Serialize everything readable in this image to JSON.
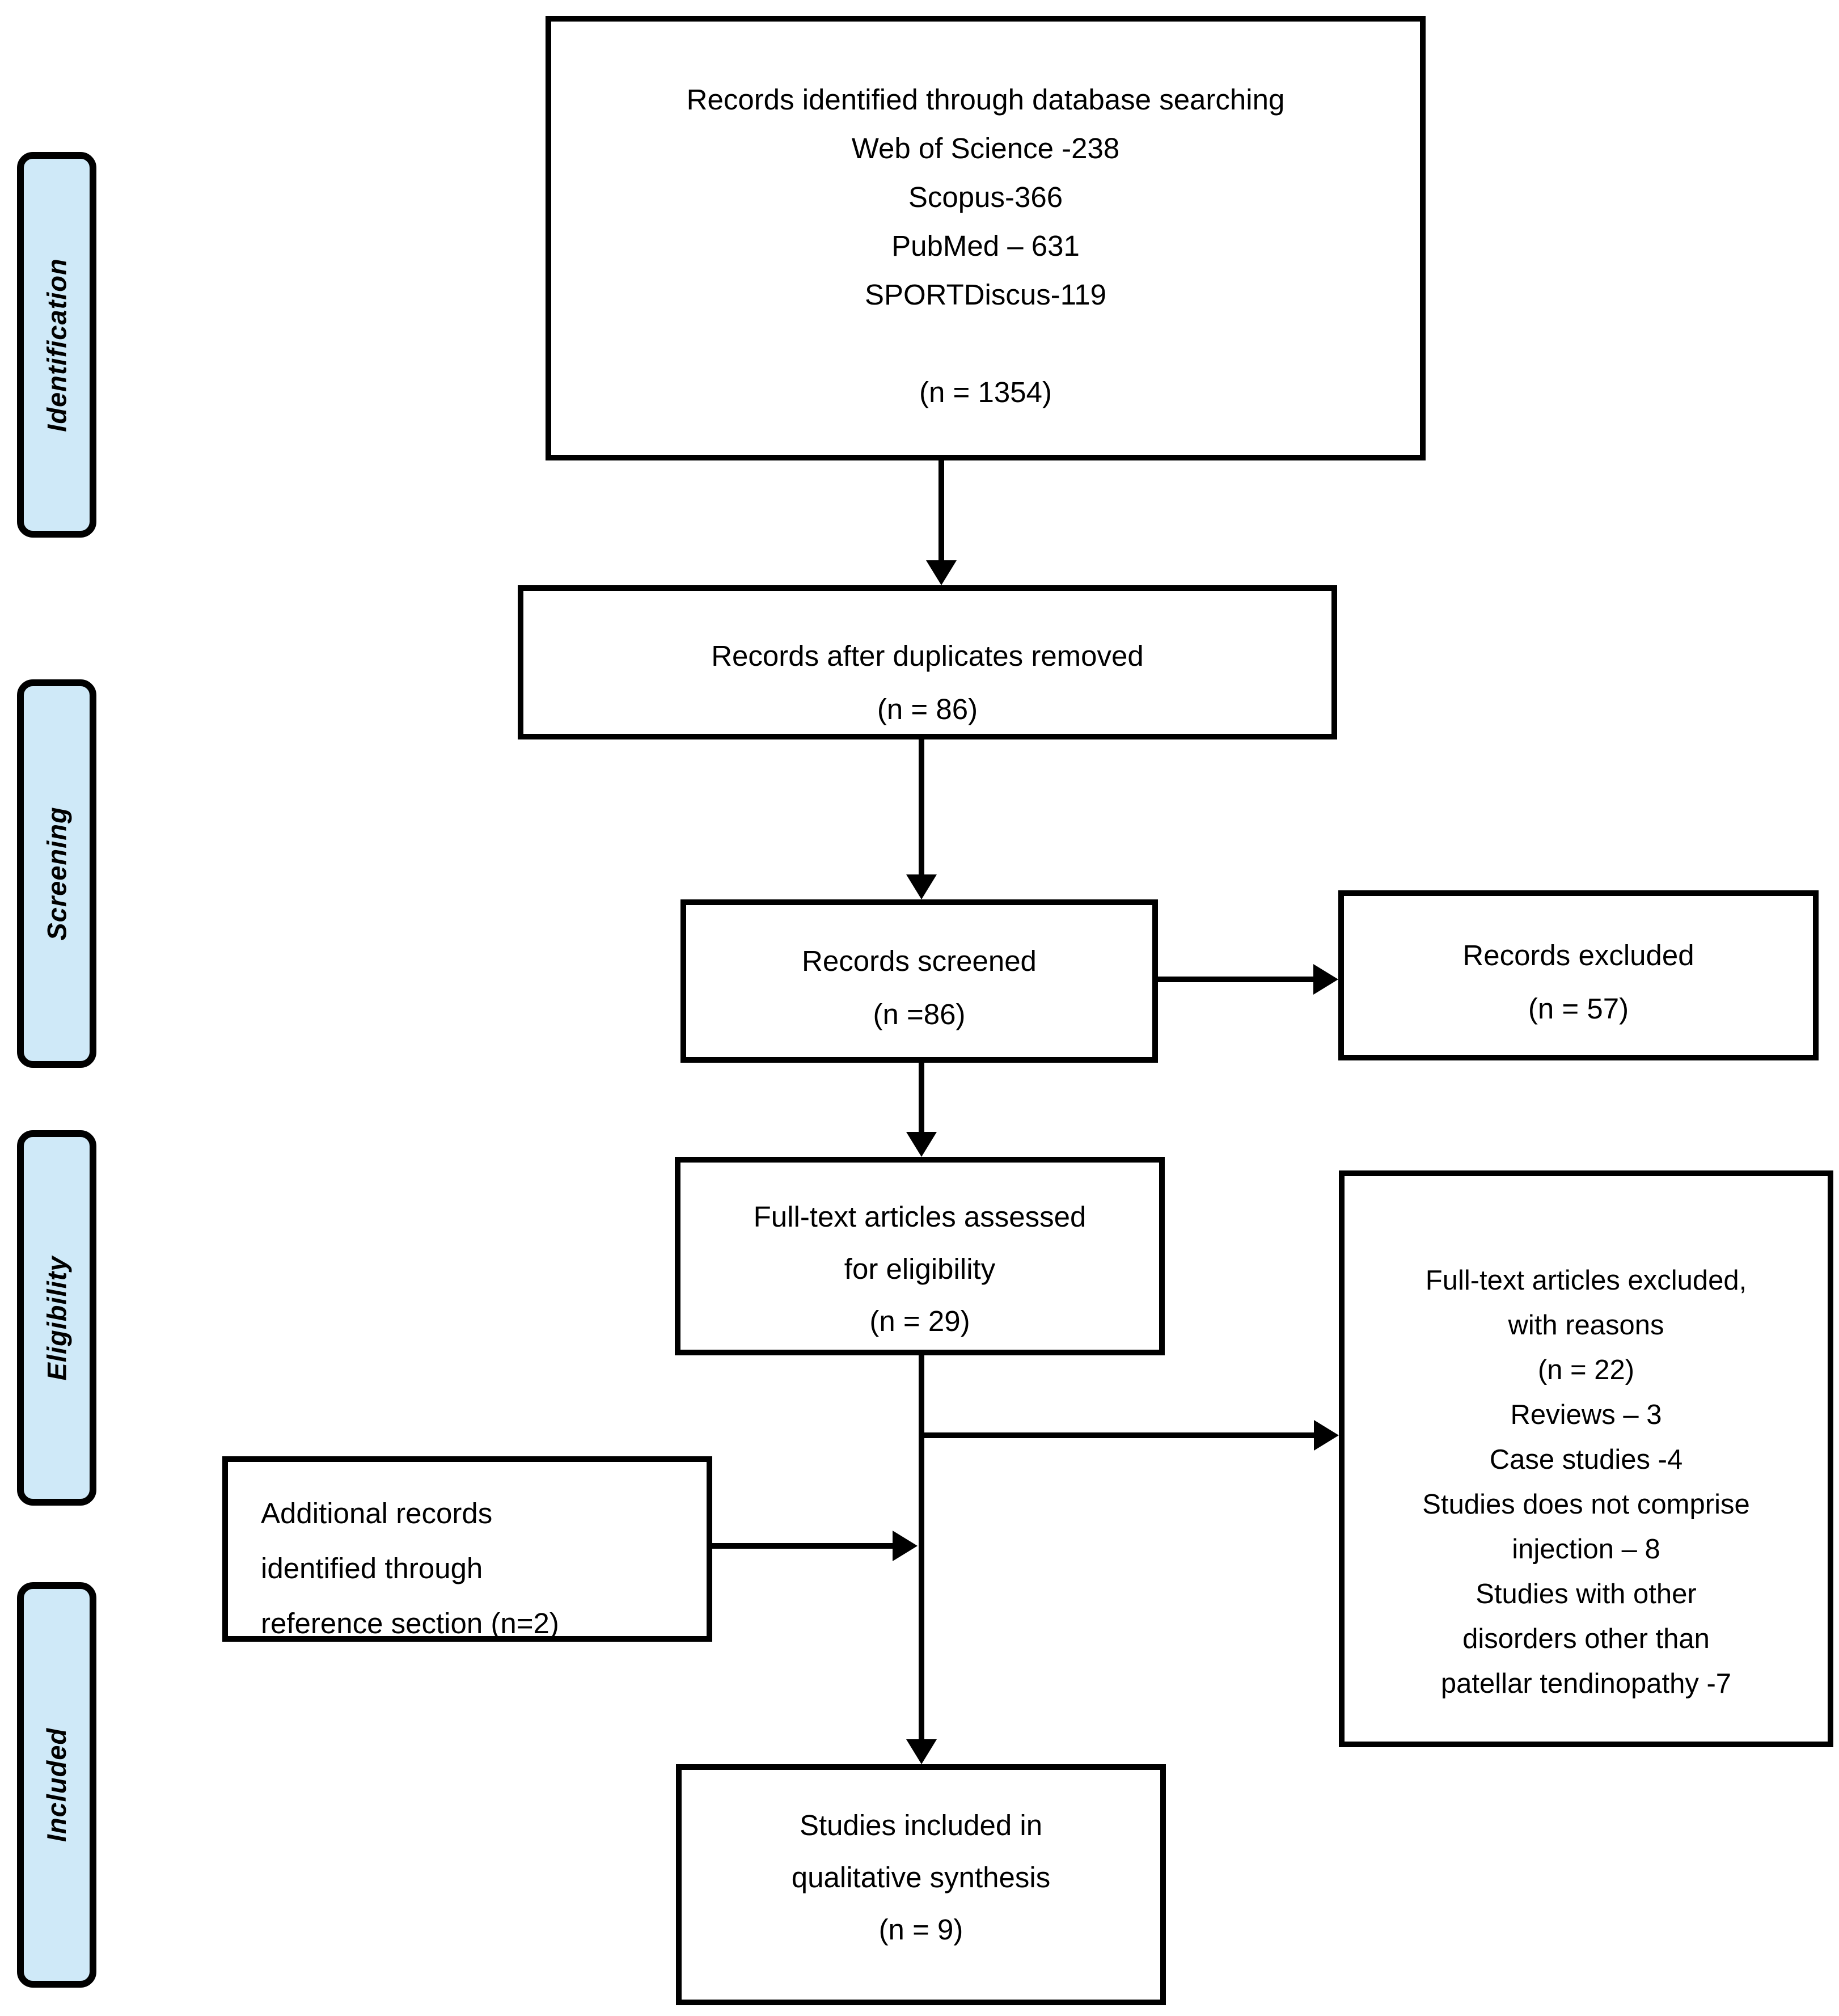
{
  "stages": [
    "Identification",
    "Screening",
    "Eligibility",
    "Included"
  ],
  "colors": {
    "stage_fill": "#cfe9f8",
    "border": "#000000"
  },
  "flow": {
    "identified": {
      "lines": [
        "Records identified through database searching",
        "Web of Science -238",
        "Scopus-366",
        "PubMed – 631",
        "SPORTDiscus-119",
        "",
        "(n = 1354)"
      ]
    },
    "duplicates_removed": {
      "lines": [
        "Records after duplicates removed",
        "(n = 86)"
      ]
    },
    "screened": {
      "lines": [
        "Records screened",
        "(n =86)"
      ]
    },
    "records_excluded": {
      "lines": [
        "Records excluded",
        "(n = 57)"
      ]
    },
    "fulltext_assessed": {
      "lines": [
        "Full-text articles assessed",
        "for eligibility",
        "(n = 29)"
      ]
    },
    "fulltext_excluded": {
      "lines": [
        "Full-text articles excluded,",
        "with reasons",
        "(n = 22)",
        "Reviews – 3",
        "Case studies -4",
        "Studies does not comprise",
        "injection – 8",
        "Studies with other",
        "disorders other than",
        "patellar tendinopathy -7"
      ]
    },
    "additional_records": {
      "lines": [
        "Additional records",
        "identified through",
        "reference section (n=2)"
      ]
    },
    "included_qualitative": {
      "lines": [
        "Studies included in",
        "qualitative synthesis",
        "(n = 9)"
      ]
    }
  }
}
